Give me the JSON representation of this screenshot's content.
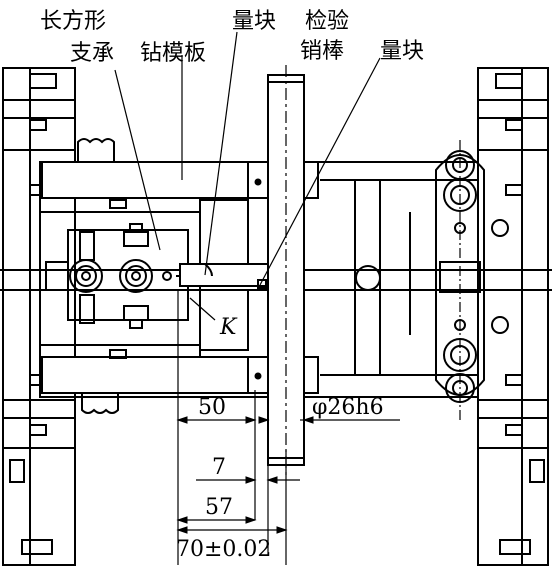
{
  "labels": {
    "rect_support_1": "长方形",
    "rect_support_2": "支承",
    "drill_plate": "钻模板",
    "gauge_block_top": "量块",
    "check_top": "检验",
    "pin": "销棒",
    "gauge_block_right": "量块",
    "point_k": "K"
  },
  "dimensions": {
    "d50": "50",
    "d26": "φ26h6",
    "d7": "7",
    "d57": "57",
    "d70": "70±0.02"
  }
}
